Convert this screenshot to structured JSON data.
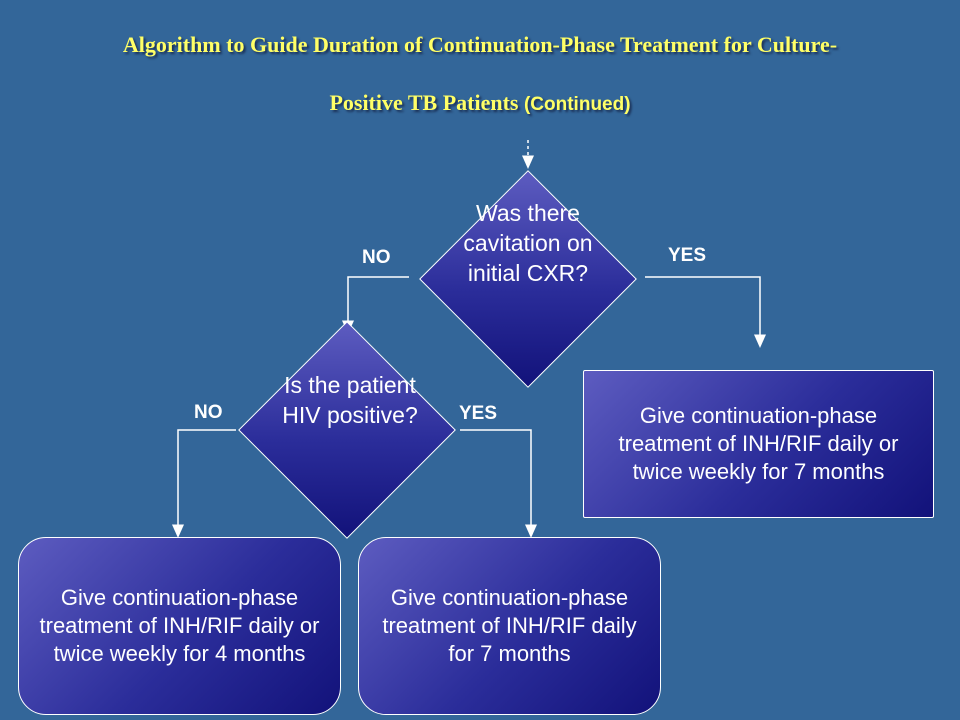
{
  "title": {
    "line1": "Algorithm to Guide Duration of Continuation-Phase Treatment for Culture-",
    "line2": "Positive TB Patients",
    "suffix": "(Continued)"
  },
  "decisions": {
    "cavitation": {
      "question": "Was there cavitation on initial CXR?",
      "no_label": "NO",
      "yes_label": "YES"
    },
    "hiv": {
      "question": "Is the patient HIV positive?",
      "no_label": "NO",
      "yes_label": "YES"
    }
  },
  "outcomes": {
    "cavitation_yes": "Give continuation-phase treatment of INH/RIF daily or twice weekly for 7 months",
    "hiv_no": "Give continuation-phase treatment of INH/RIF daily or twice weekly for 4 months",
    "hiv_yes": "Give continuation-phase treatment of INH/RIF daily for 7 months"
  },
  "colors": {
    "background": "#336699",
    "title": "#ffff66",
    "node_fill_light": "#5d5cc0",
    "node_fill_dark": "#12127a",
    "line": "#ffffff"
  }
}
